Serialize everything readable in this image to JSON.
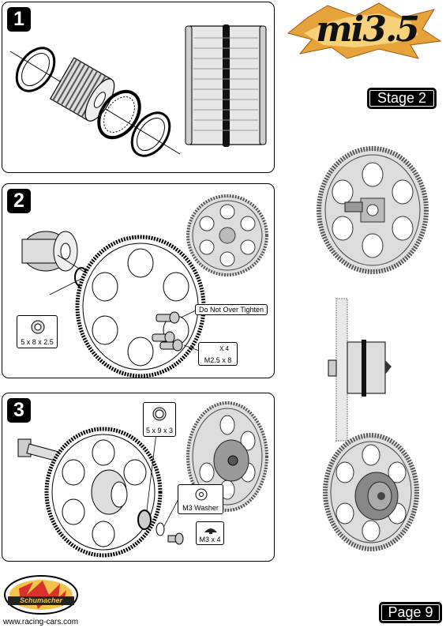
{
  "brand": {
    "logo_text": "mi3.5",
    "maker_logo_text": "Schumacher",
    "website": "www.racing-cars.com"
  },
  "stage_label": "Stage 2",
  "page_label": "Page 9",
  "steps": [
    {
      "number": "1"
    },
    {
      "number": "2",
      "labels": {
        "washer_size": "5 x 8 x 2.5",
        "warning": "Do Not Over Tighten",
        "screw_qty": "X 4",
        "screw_size": "M2.5 x 8"
      }
    },
    {
      "number": "3",
      "labels": {
        "bearing_size": "5 x 9 x 3",
        "washer": "M3 Washer",
        "screw_size": "M3 x 4"
      }
    }
  ]
}
